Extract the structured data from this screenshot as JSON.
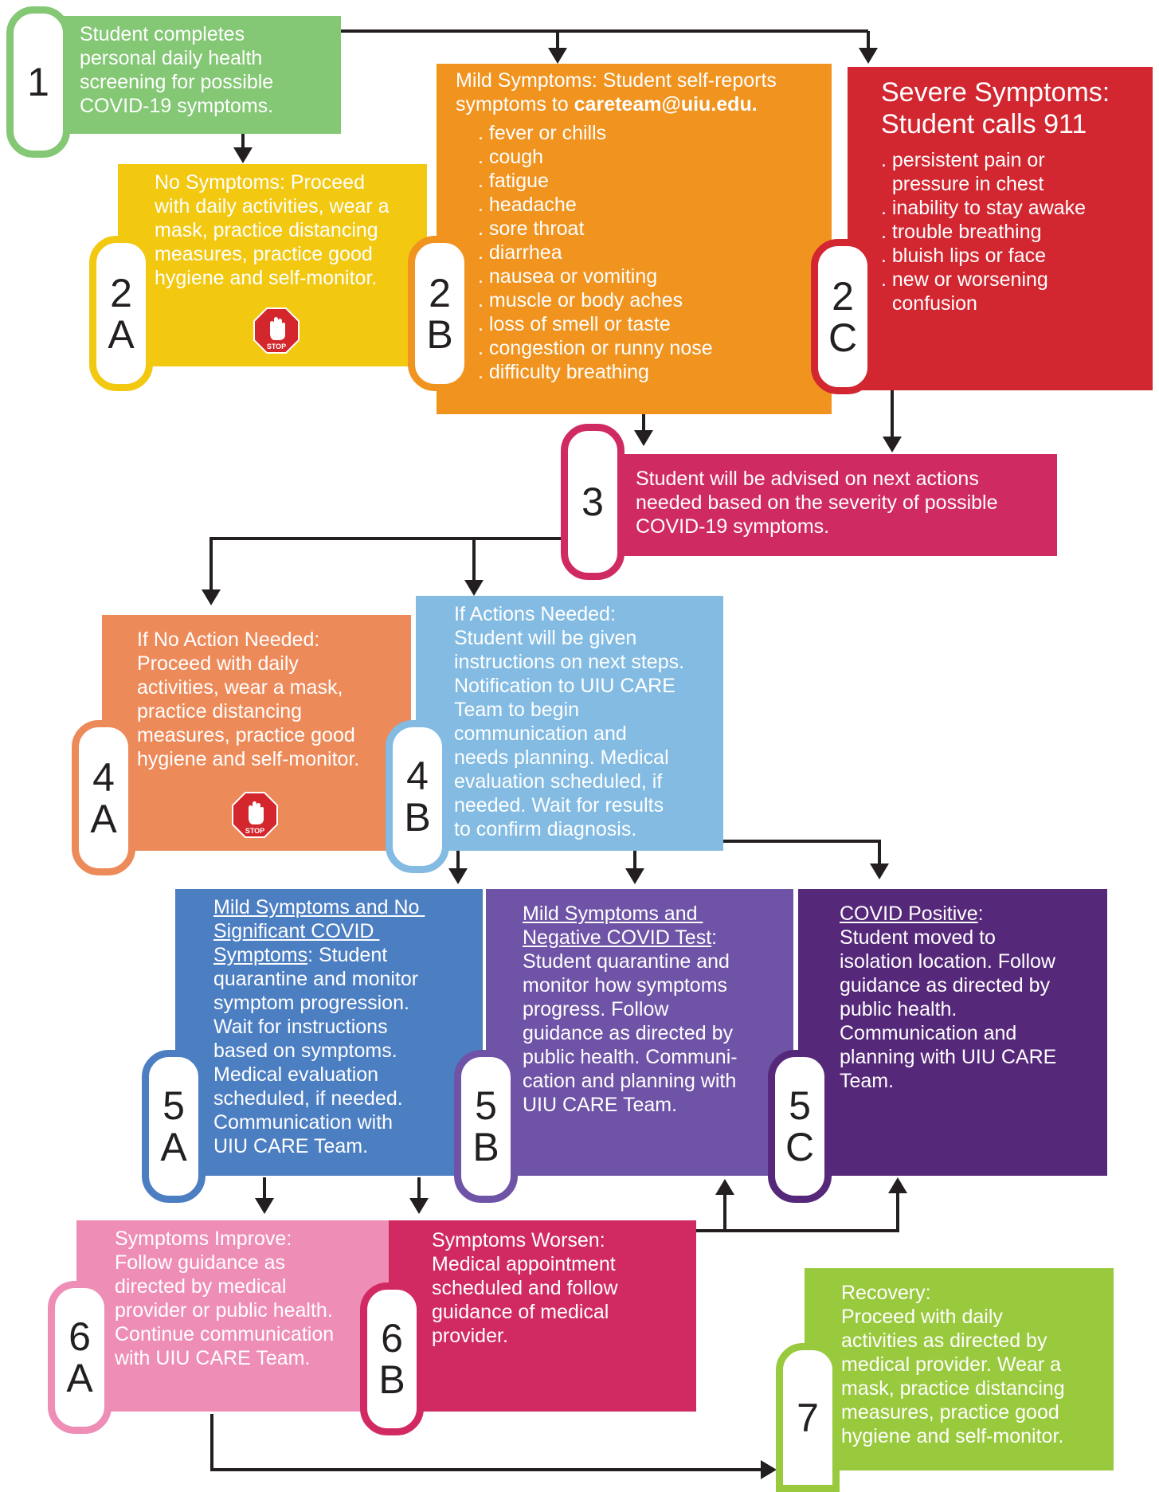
{
  "colors": {
    "step1": "#84c774",
    "step2a": "#f2c811",
    "step2b": "#f0931f",
    "step2c": "#d22630",
    "step3": "#d02a62",
    "step4a": "#ec8a5a",
    "step4b": "#83bbe2",
    "step5a": "#4c7ec2",
    "step5b": "#6e53a6",
    "step5c": "#56287a",
    "step6a": "#ee8eb6",
    "step6b": "#d12a62",
    "step7": "#99c93d",
    "arrow": "#231f20"
  },
  "steps": {
    "s1": {
      "num": "1",
      "sub": "",
      "lines": [
        "Student completes",
        "personal daily health",
        "screening for possible",
        "COVID-19 symptoms."
      ]
    },
    "s2a": {
      "num": "2",
      "sub": "A",
      "lines": [
        "No Symptoms: Proceed",
        "with daily activities, wear a",
        "mask, practice distancing",
        "measures, practice good",
        "hygiene and self-monitor."
      ],
      "stop_label": "STOP"
    },
    "s2b": {
      "num": "2",
      "sub": "B",
      "heading": [
        "Mild Symptoms: Student self-reports",
        "symptoms to "
      ],
      "email": "careteam@uiu.edu.",
      "items": [
        ". fever or chills",
        ". cough",
        ". fatigue",
        ". headache",
        ". sore throat",
        ". diarrhea",
        ". nausea or vomiting",
        ". muscle or body aches",
        ". loss of smell or taste",
        ". congestion or runny nose",
        ". difficulty breathing"
      ]
    },
    "s2c": {
      "num": "2",
      "sub": "C",
      "heading": [
        "Severe Symptoms:",
        "Student calls 911"
      ],
      "items": [
        ". persistent pain or",
        "  pressure in chest",
        ". inability to stay awake",
        ". trouble breathing",
        ". bluish lips or face",
        ". new or worsening",
        "  confusion"
      ]
    },
    "s3": {
      "num": "3",
      "sub": "",
      "lines": [
        "Student will be advised on next actions",
        "needed based on the severity of possible",
        "COVID-19 symptoms."
      ]
    },
    "s4a": {
      "num": "4",
      "sub": "A",
      "lines": [
        "If No Action Needed:",
        "Proceed with daily",
        "activities, wear a mask,",
        "practice distancing",
        "measures, practice good",
        "hygiene and self-monitor."
      ],
      "stop_label": "STOP"
    },
    "s4b": {
      "num": "4",
      "sub": "B",
      "lines": [
        "If Actions Needed:",
        "Student will be given",
        "instructions on next steps.",
        "Notification to UIU CARE",
        "Team to begin",
        "communication and",
        "needs planning. Medical",
        "evaluation scheduled, if",
        "needed. Wait for results",
        "to confirm diagnosis."
      ]
    },
    "s5a": {
      "num": "5",
      "sub": "A",
      "title": [
        "Mild Symptoms and No ",
        "Significant COVID ",
        "Symptoms"
      ],
      "title_tail": ": Student",
      "lines": [
        "quarantine and monitor",
        "symptom progression.",
        "Wait for instructions",
        "based on symptoms.",
        "Medical evaluation",
        "scheduled, if needed.",
        "Communication with",
        "UIU CARE Team."
      ]
    },
    "s5b": {
      "num": "5",
      "sub": "B",
      "title": [
        "Mild Symptoms and ",
        "Negative COVID Test"
      ],
      "title_tail": ":",
      "lines": [
        "Student quarantine and",
        "monitor how symptoms",
        "progress. Follow",
        "guidance as directed by",
        "public health. Communi-",
        "cation and planning with",
        "UIU CARE Team."
      ]
    },
    "s5c": {
      "num": "5",
      "sub": "C",
      "title": [
        "COVID Positive"
      ],
      "title_tail": ":",
      "lines": [
        "Student moved to",
        "isolation location. Follow",
        "guidance as directed by",
        "public health.",
        "Communication and",
        "planning with UIU CARE",
        "Team."
      ]
    },
    "s6a": {
      "num": "6",
      "sub": "A",
      "lines": [
        "Symptoms Improve:",
        "Follow guidance as",
        "directed by medical",
        "provider or public health.",
        "Continue communication",
        "with UIU CARE Team."
      ]
    },
    "s6b": {
      "num": "6",
      "sub": "B",
      "lines": [
        "Symptoms Worsen:",
        "Medical appointment",
        "scheduled and follow",
        "guidance of medical",
        "provider."
      ]
    },
    "s7": {
      "num": "7",
      "sub": "",
      "lines": [
        "Recovery:",
        "Proceed with daily",
        "activities as directed by",
        "medical provider. Wear a",
        "mask, practice distancing",
        "measures, practice good",
        "hygiene and self-monitor."
      ]
    }
  }
}
